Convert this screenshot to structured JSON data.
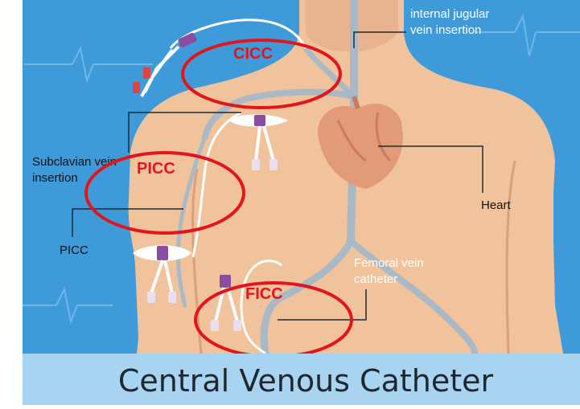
{
  "labels": {
    "internal_jugular": [
      "internal jugular",
      "vein insertion"
    ],
    "subclavian": [
      "Subclavian vein",
      "insertion"
    ],
    "heart": "Heart",
    "picc_label": "PICC",
    "femoral": [
      "Femoral vein",
      "catheter"
    ]
  },
  "circles": {
    "cicc": "CICC",
    "picc": "PICC",
    "ficc": "FICC"
  },
  "banner_title": "Central Venous Catheter",
  "colors": {
    "background": "#3f9ad9",
    "skin": "#f0c39c",
    "skin_shadow": "#e2a983",
    "circle": "#e3151b",
    "banner": "#a9d4f1",
    "vein": "#a9b9c6",
    "heart": "#e39a77"
  }
}
